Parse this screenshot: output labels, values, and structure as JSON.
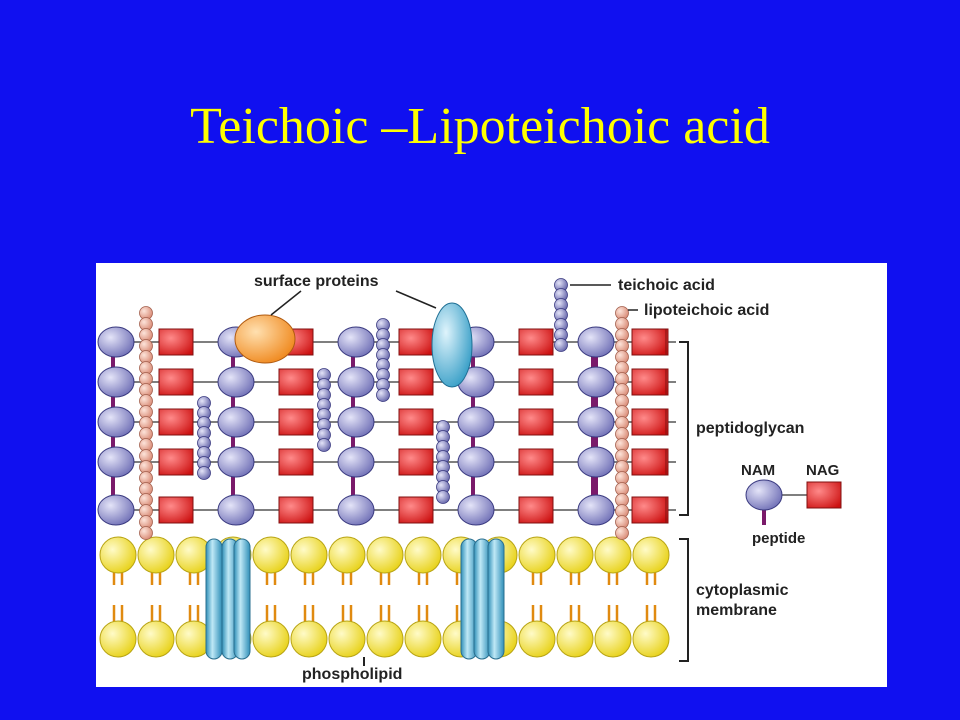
{
  "slide": {
    "title": "Teichoic –Lipoteichoic acid"
  },
  "diagram": {
    "labels": {
      "surface_proteins": "surface proteins",
      "teichoic_acid": "teichoic acid",
      "lipoteichoic_acid": "lipoteichoic acid",
      "peptidoglycan": "peptidoglycan",
      "nam": "NAM",
      "nag": "NAG",
      "peptide": "peptide",
      "cytoplasmic_membrane_line1": "cytoplasmic",
      "cytoplasmic_membrane_line2": "membrane",
      "phospholipid": "phospholipid"
    },
    "colors": {
      "slide_background": "#1010f0",
      "title": "#ffff00",
      "nam": "#8f8fcf",
      "nag": "#e02020",
      "peptide": "#7a1a6a",
      "teichoic_bead": "#e6a090",
      "lipoteichoic_bead": "#7777bb",
      "surface_protein_orange": "#ff9a30",
      "surface_protein_blue": "#4ab4d8",
      "phospholipid_head": "#f3e22e",
      "phospholipid_tail": "#e08a10",
      "membrane_protein": "#4ab4d8"
    }
  }
}
